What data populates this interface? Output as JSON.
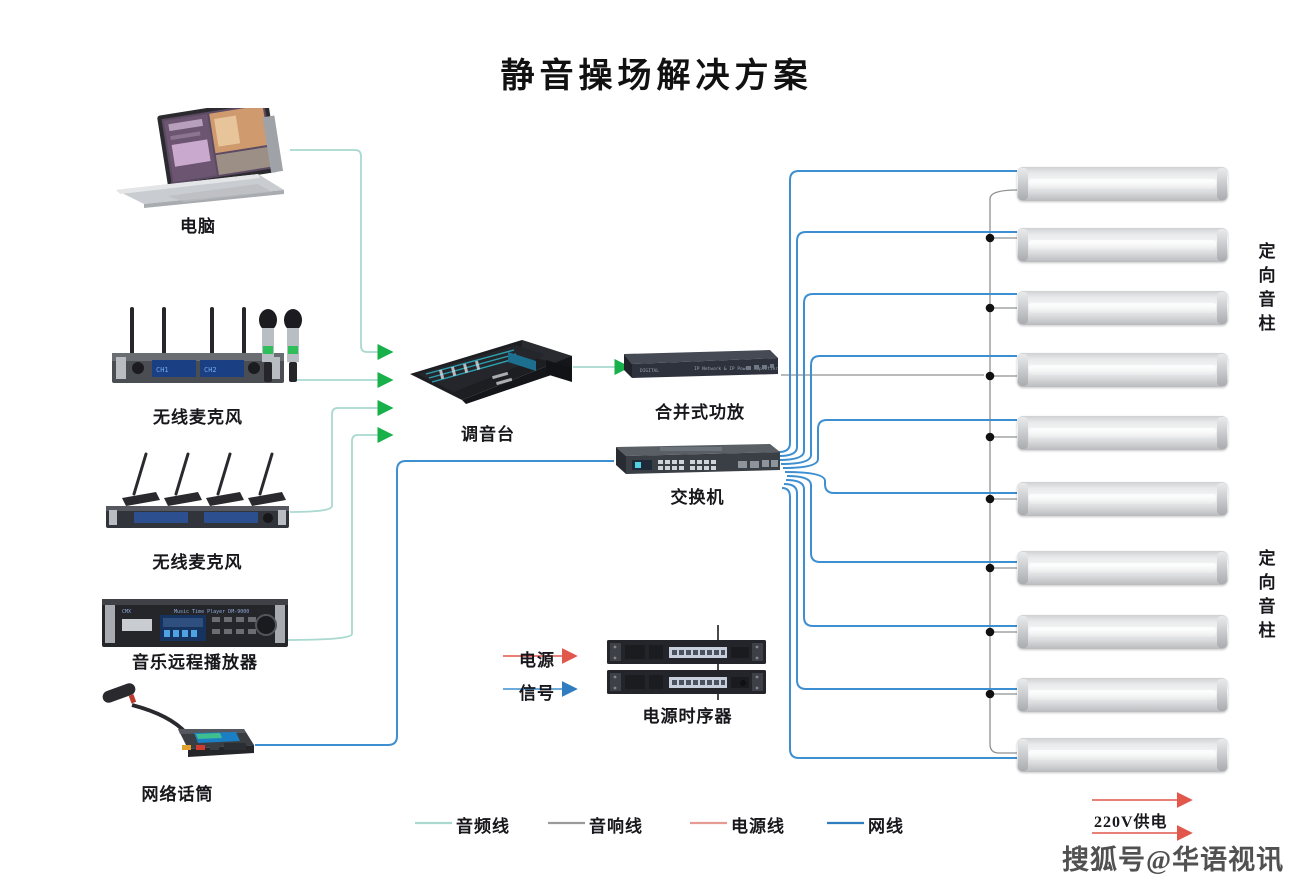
{
  "title": "静音操场解决方案",
  "watermark": "搜狐号@华语视讯",
  "power_note": "220V供电",
  "devices": {
    "computer": "电脑",
    "wireless_mic_handheld": "无线麦克风",
    "wireless_mic_conference": "无线麦克风",
    "music_player": "音乐远程播放器",
    "network_mic": "网络话筒",
    "mixer": "调音台",
    "amplifier": "合并式功放",
    "switch": "交换机",
    "power_sequencer": "电源时序器"
  },
  "speaker_labels": {
    "upper": [
      "定",
      "向",
      "音",
      "柱"
    ],
    "lower": [
      "定",
      "向",
      "音",
      "柱"
    ]
  },
  "inner_legend": [
    {
      "label": "电源",
      "color": "#e2574c"
    },
    {
      "label": "信号",
      "color": "#3d8fd1"
    }
  ],
  "bottom_legend": [
    {
      "label": "音频线",
      "color": "#a9d9cf"
    },
    {
      "label": "音响线",
      "color": "#9a9a9a"
    },
    {
      "label": "电源线",
      "color": "#e59a93"
    },
    {
      "label": "网线",
      "color": "#2f7cc0"
    }
  ],
  "colors": {
    "audio_cable": "#a9d9cf",
    "speaker_cable": "#8e9093",
    "network_cable": "#3d8fd1",
    "power_cable": "#e2574c",
    "arrow_green": "#18b04a"
  },
  "speaker_count": 10
}
